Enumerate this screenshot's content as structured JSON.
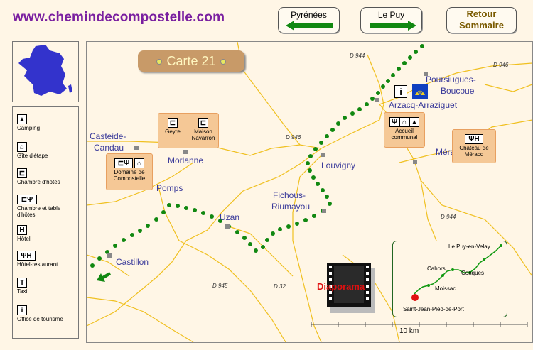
{
  "site_url": "www.chemindecompostelle.com",
  "nav": {
    "prev_label": "Pyrénées",
    "next_label": "Le Puy",
    "retour_line1": "Retour",
    "retour_line2": "Sommaire"
  },
  "map_title": "Carte 21",
  "legend": [
    {
      "icon": "camping-icon",
      "label": "Camping"
    },
    {
      "icon": "gite-icon",
      "label": "Gîte d'étape"
    },
    {
      "icon": "chambre-hotes-icon",
      "label": "Chambre d'hôtes"
    },
    {
      "icon": "chambre-table-icon",
      "label": "Chambre et table d'hôtes"
    },
    {
      "icon": "hotel-icon",
      "label": "Hôtel"
    },
    {
      "icon": "hotel-restaurant-icon",
      "label": "Hôtel-restaurant"
    },
    {
      "icon": "taxi-icon",
      "label": "Taxi"
    },
    {
      "icon": "tourism-office-icon",
      "label": "Office de tourisme"
    }
  ],
  "towns": {
    "poursiugues": "Poursiugues-",
    "boucoue": "Boucoue",
    "arzacq": "Arzacq-Arraziguet",
    "casteide": "Casteide-",
    "candau": "Candau",
    "morlanne": "Morlanne",
    "meracq": "Méracq",
    "louvigny": "Louvigny",
    "pomps": "Pomps",
    "fichous": "Fichous-",
    "riumayou": "Riumayou",
    "uzan": "Uzan",
    "castillon": "Castillon"
  },
  "roads": {
    "d944_top": "D 944",
    "d946_right": "D 946",
    "d946_mid": "D 946",
    "d944_right": "D 944",
    "d945": "D 945",
    "d32": "D 32"
  },
  "cards": {
    "geyre": "Geyre",
    "maison_l1": "Maison",
    "maison_l2": "Navarron",
    "domaine_l1": "Domaine de",
    "domaine_l2": "Compostelle",
    "accueil_l1": "Accueil",
    "accueil_l2": "communal",
    "chateau_l1": "Château de",
    "chateau_l2": "Méracq"
  },
  "diaporama_label": "Diaporama",
  "scale_label": "10 km",
  "inset": {
    "le_puy": "Le Puy-en-Velay",
    "cahors": "Cahors",
    "conques": "Conques",
    "moissac": "Moissac",
    "saint_jean": "Saint-Jean-Pied-de-Port"
  },
  "colors": {
    "route_dots": "#119911",
    "roads": "#f0c020",
    "town_text": "#3a3a9a",
    "france_map": "#3333cc",
    "site_url": "#7a1fa0"
  }
}
